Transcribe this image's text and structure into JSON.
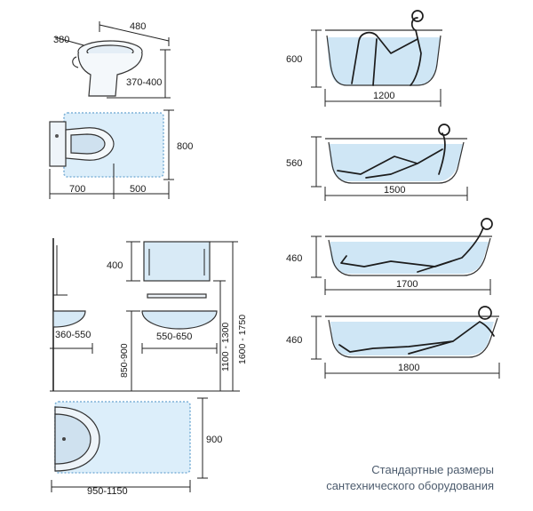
{
  "toilet": {
    "depth": "380",
    "width": "480",
    "height": "370-400",
    "space_depth": "800",
    "space_front": "700",
    "space_back": "500"
  },
  "washbasin": {
    "side_clearance": "360-550",
    "bowl_width": "550-650",
    "mirror_height": "400",
    "bowl_height": "850-900",
    "mirror_bottom": "1100 - 1300",
    "mirror_top": "1600 - 1750",
    "space_depth": "900",
    "space_width": "950-1150"
  },
  "bathtubs": [
    {
      "length": "1200",
      "depth": "600"
    },
    {
      "length": "1500",
      "depth": "560"
    },
    {
      "length": "1700",
      "depth": "460"
    },
    {
      "length": "1800",
      "depth": "460"
    }
  ],
  "caption": {
    "line1": "Стандартные размеры",
    "line2": "сантехнического оборудования"
  }
}
